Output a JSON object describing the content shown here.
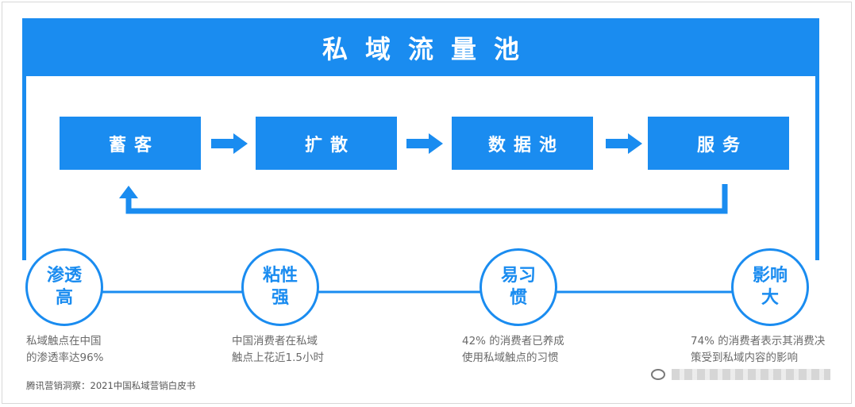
{
  "title": "私域流量池",
  "steps": [
    {
      "label": "蓄客"
    },
    {
      "label": "扩散"
    },
    {
      "label": "数据池"
    },
    {
      "label": "服务"
    }
  ],
  "traits": [
    {
      "label": "渗透高",
      "note_line1": "私域触点在中国",
      "note_line2": "的渗透率达96%"
    },
    {
      "label": "粘性强",
      "note_line1": "中国消费者在私域",
      "note_line2": "触点上花近1.5小时"
    },
    {
      "label": "易习惯",
      "note_line1": "42% 的消费者已养成",
      "note_line2": "使用私域触点的习惯"
    },
    {
      "label": "影响大",
      "note_line1": "74% 的消费者表示其消费决",
      "note_line2": "策受到私域内容的影响"
    }
  ],
  "source": "腾讯营销洞察：2021中国私域营销白皮书",
  "colors": {
    "accent": "#1a8cf0",
    "note_text": "#6a6a6a"
  }
}
